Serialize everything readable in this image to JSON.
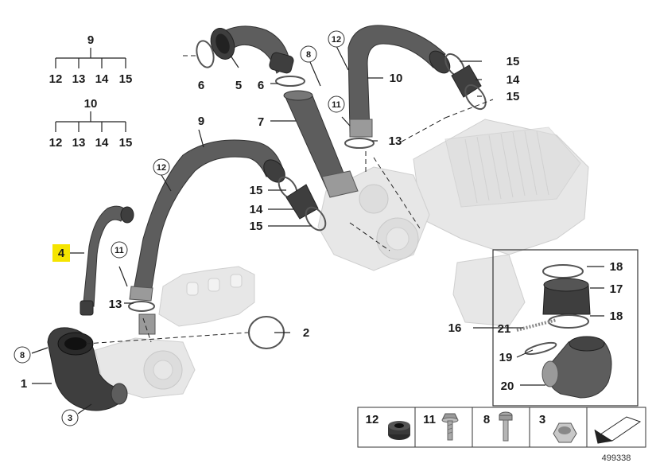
{
  "legend": {
    "tree_9": {
      "parent": "9",
      "children": [
        "12",
        "13",
        "14",
        "15"
      ]
    },
    "tree_10": {
      "parent": "10",
      "children": [
        "12",
        "13",
        "14",
        "15"
      ]
    }
  },
  "callouts": {
    "c1": "1",
    "c2": "2",
    "c3": "3",
    "c4": "4",
    "c5": "5",
    "c6a": "6",
    "c6b": "6",
    "c7": "7",
    "c8a": "8",
    "c8b": "8",
    "c9": "9",
    "c10": "10",
    "c11a": "11",
    "c11b": "11",
    "c12a": "12",
    "c12b": "12",
    "c13a": "13",
    "c13b": "13",
    "c14a": "14",
    "c14b": "14",
    "c15a": "15",
    "c15b": "15",
    "c15c": "15",
    "c15d": "15",
    "c16": "16",
    "c17": "17",
    "c18a": "18",
    "c18b": "18",
    "c19": "19",
    "c20": "20",
    "c21": "21"
  },
  "highlight_color": "#f5e400",
  "parts_table": [
    {
      "number": "12",
      "icon": "rubber-grommet-icon"
    },
    {
      "number": "11",
      "icon": "screw-with-washer-icon"
    },
    {
      "number": "8",
      "icon": "bolt-icon"
    },
    {
      "number": "3",
      "icon": "hex-nut-icon"
    }
  ],
  "diagram_number": "499338"
}
